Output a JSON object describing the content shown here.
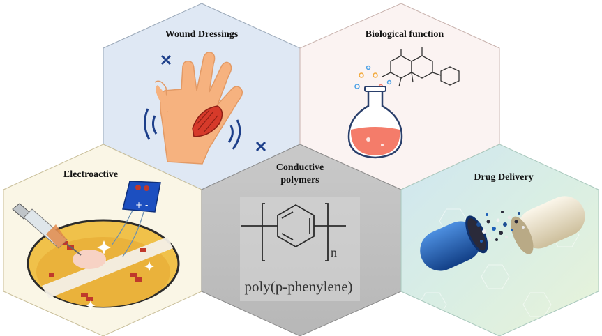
{
  "diagram": {
    "center": {
      "title_lines": [
        "Conductive",
        "polymers"
      ],
      "formula_subscript": "n",
      "formula_name": "poly(p-phenylene)"
    },
    "tiles": [
      {
        "id": "wound",
        "title": "Wound Dressings"
      },
      {
        "id": "bio",
        "title": "Biological function"
      },
      {
        "id": "electro",
        "title": "Electroactive"
      },
      {
        "id": "drug",
        "title": "Drug Delivery"
      }
    ],
    "colors": {
      "wound_bg": "#dfe8f4",
      "bio_bg": "#fbf3f2",
      "electro_bg": "#faf6e6",
      "center_bg": "#bdbdbd",
      "drug_bg": "#d6ece6",
      "capsule_blue": "#1d5fb8",
      "capsule_cream": "#efe6cf",
      "flask_liquid": "#f47c6a",
      "skin": "#f6b27f",
      "wound_red": "#d63a2a"
    }
  }
}
